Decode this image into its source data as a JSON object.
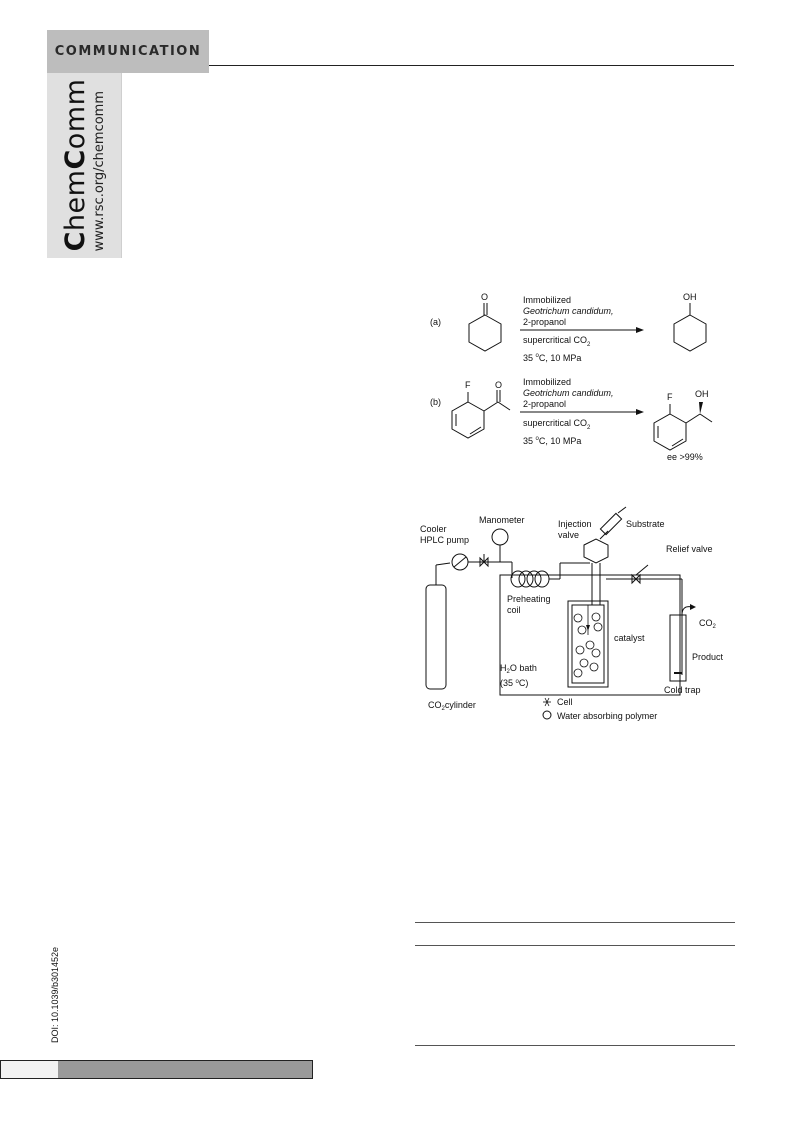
{
  "header": {
    "section_label": "COMMUNICATION",
    "journal_logo_part1": "C",
    "journal_logo_part2": "hem",
    "journal_logo_part3": "C",
    "journal_logo_part4": "omm",
    "journal_url": "www.rsc.org/chemcomm"
  },
  "scheme": {
    "a": {
      "label": "(a)",
      "reactant_atom": "O",
      "product_atom": "OH",
      "cond_line1": "Immobilized",
      "cond_line2": "Geotrichum candidum,",
      "cond_line3": "2-propanol",
      "cond_line4": "supercritical CO",
      "cond_line4_sub": "2",
      "cond_line5_temp": "35 ",
      "cond_line5_deg": "o",
      "cond_line5_rest": "C, 10 MPa"
    },
    "b": {
      "label": "(b)",
      "reactant_f": "F",
      "reactant_o": "O",
      "product_f": "F",
      "product_oh": "OH",
      "cond_line1": "Immobilized",
      "cond_line2": "Geotrichum candidum,",
      "cond_line3": "2-propanol",
      "cond_line4": "supercritical CO",
      "cond_line4_sub": "2",
      "cond_line5_temp": "35 ",
      "cond_line5_deg": "o",
      "cond_line5_rest": "C, 10 MPa",
      "ee": "ee >99%"
    }
  },
  "apparatus": {
    "manometer": "Manometer",
    "cooler": "Cooler",
    "hplc_pump": "HPLC pump",
    "injection": "Injection",
    "valve": "valve",
    "substrate": "Substrate",
    "relief_valve": "Relief valve",
    "preheating": "Preheating",
    "coil": "coil",
    "catalyst": "catalyst",
    "co2_out": "CO",
    "co2_out_sub": "2",
    "product": "Product",
    "bath_h": "H",
    "bath_sub": "2",
    "bath_rest": "O bath",
    "bath_temp": "(35 ",
    "bath_deg": "o",
    "bath_temp_rest": "C)",
    "cold_trap": "Cold trap",
    "cylinder_co": "CO",
    "cylinder_sub": "2",
    "cylinder_rest": "cylinder",
    "legend_cell": "Cell",
    "legend_polymer": "Water absorbing polymer"
  },
  "footer": {
    "doi": "DOI: 10.1039/b301452e"
  }
}
